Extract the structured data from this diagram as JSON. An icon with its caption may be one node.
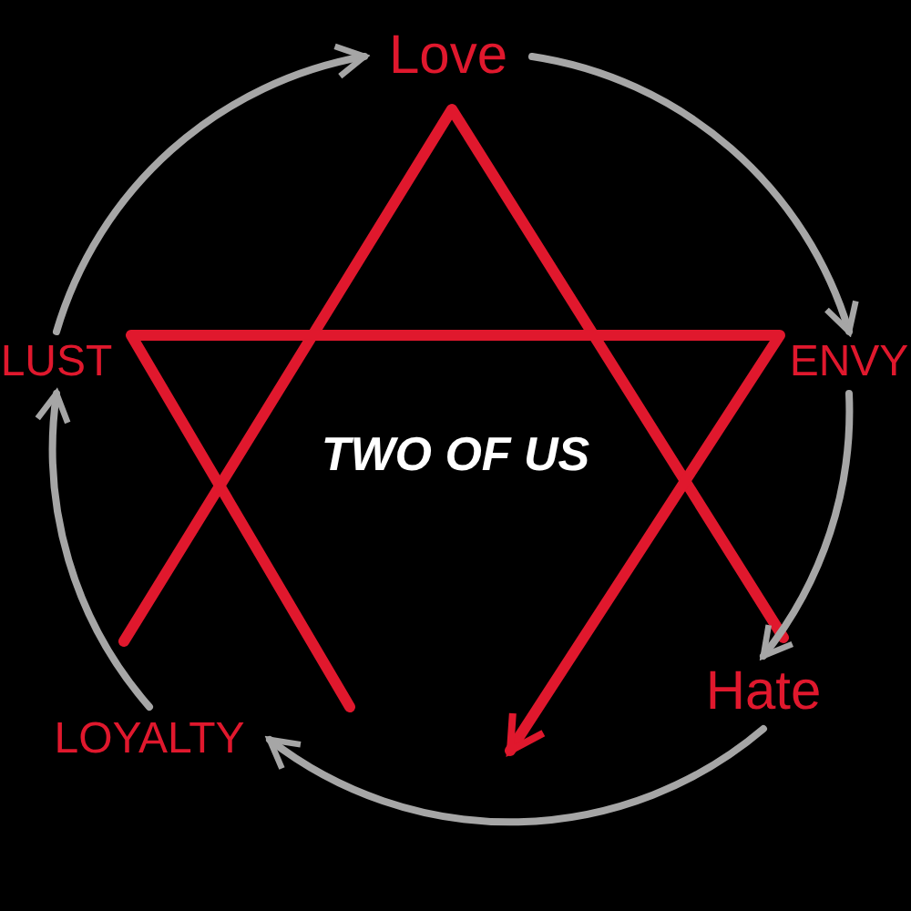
{
  "diagram": {
    "nodes": [
      {
        "text": [
          "Love"
        ]
      },
      {
        "text": [
          "ENVY"
        ]
      },
      {
        "text": [
          "Hate"
        ]
      },
      {
        "text": [
          "LOYALTY"
        ]
      },
      {
        "text": [
          "LUST"
        ]
      }
    ],
    "edges": [
      {
        "from": 4,
        "to": 0,
        "arrow": "to"
      },
      {
        "from": 0,
        "to": 1,
        "arrow": "to"
      },
      {
        "from": 1,
        "to": 2,
        "arrow": "to"
      },
      {
        "from": 2,
        "to": 3,
        "arrow": "to"
      },
      {
        "from": 3,
        "to": 4,
        "arrow": "to"
      }
    ],
    "labels": [
      "TWO OF US"
    ]
  }
}
